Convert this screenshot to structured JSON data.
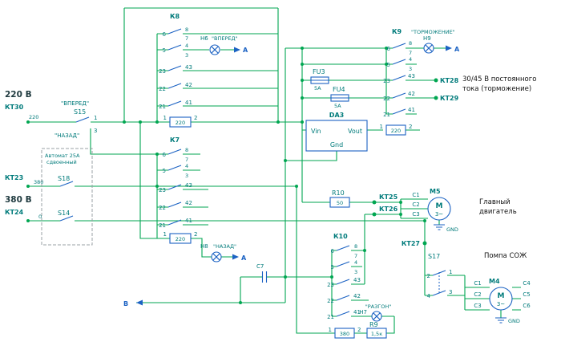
{
  "colors": {
    "wire": "#00a651",
    "component": "#1b62c3",
    "teal": "#007b7b",
    "black": "#111111"
  },
  "left": {
    "v220": "220 В",
    "kt30": "КТ30",
    "w220": "220",
    "s15": {
      "label": "S15",
      "forward": "\"ВПЕРЕД\"",
      "reverse": "\"НАЗАД\"",
      "p1": "1",
      "p3": "3"
    },
    "breaker": {
      "line1": "Автомат 25А",
      "line2": "сдвоенный",
      "s18": "S18",
      "s14": "S14"
    },
    "kt23": "КТ23",
    "w380": "380",
    "v380": "380 В",
    "kt24": "КТ24",
    "w0": "0"
  },
  "relays": {
    "k8": {
      "ref": "К8",
      "r1l": "6",
      "r1t": "8",
      "r1b": "7",
      "r2l": "5",
      "r2t": "4",
      "r2b": "3",
      "r3l": "23",
      "r3r": "43",
      "r4l": "22",
      "r4r": "42",
      "r5l": "21",
      "r5r": "41",
      "c1": "1",
      "cv": "220",
      "c2": "2"
    },
    "k7": {
      "ref": "К7",
      "r1l": "6",
      "r1t": "8",
      "r1b": "7",
      "r2l": "5",
      "r2t": "4",
      "r2b": "3",
      "r3l": "23",
      "r3r": "43",
      "r4l": "22",
      "r4r": "42",
      "r5l": "21",
      "r5r": "41",
      "c1": "1",
      "cv": "220",
      "c2": "2"
    },
    "k9": {
      "ref": "К9",
      "caption": "\"ТОРМОЖЕНИЕ\"",
      "r1l": "6",
      "r1t": "8",
      "r1b": "7",
      "r2l": "5",
      "r2t": "4",
      "r2b": "3",
      "r3l": "23",
      "r3r": "43",
      "r4l": "22",
      "r4r": "42",
      "r5l": "21",
      "r5r": "41",
      "c1": "1",
      "cv": "220",
      "c2": "2"
    },
    "k10": {
      "ref": "К10",
      "r1l": "6",
      "r1t": "8",
      "r1b": "7",
      "r2l": "5",
      "r2t": "4",
      "r2b": "3",
      "r3l": "23",
      "r3r": "43",
      "r4l": "22",
      "r4r": "42",
      "r5l": "21",
      "r5r": "41",
      "c1": "1",
      "cv": "380",
      "c2": "2"
    }
  },
  "lamps": {
    "h6": {
      "ref": "Н6",
      "caption": "\"ВПЕРЕД\"",
      "arrow": "А"
    },
    "h8": {
      "ref": "Н8",
      "caption": "\"НАЗАД\"",
      "arrow": "А"
    },
    "h9": {
      "ref": "Н9",
      "arrow": "А"
    },
    "h7": {
      "ref": "Н7",
      "caption": "\"РАЗГОН\""
    }
  },
  "fuses": {
    "fu3": {
      "ref": "FU3",
      "value": "5А"
    },
    "fu4": {
      "ref": "FU4",
      "value": "5А"
    }
  },
  "da3": {
    "ref": "DA3",
    "vin": "Vin",
    "vout": "Vout",
    "gnd": "Gnd"
  },
  "resistors": {
    "r10": {
      "ref": "R10",
      "value": "50"
    },
    "r9": {
      "ref": "R9",
      "value": "1,5к"
    }
  },
  "cap": {
    "c7": "С7"
  },
  "terminals": {
    "kt25": "КТ25",
    "kt26": "КТ26",
    "kt27": "КТ27",
    "kt28": "КТ28",
    "kt29": "КТ29"
  },
  "note": {
    "line1": "30/45 В постоянного",
    "line2": "тока (торможение)"
  },
  "motors": {
    "m5": {
      "ref": "М5",
      "m": "М",
      "ph": "3~",
      "gnd": "GND",
      "t1": "С1",
      "t2": "С2",
      "t3": "С3",
      "cap1": "Главный",
      "cap2": "двигатель"
    },
    "m4": {
      "ref": "М4",
      "m": "М",
      "ph": "3~",
      "gnd": "GND",
      "l1": "С1",
      "l2": "С2",
      "l3": "С3",
      "r1": "С4",
      "r2": "С5",
      "r3": "С6",
      "caption": "Помпа СОЖ"
    }
  },
  "s17": {
    "ref": "S17",
    "r1l": "2",
    "r1r": "1",
    "r2l": "4",
    "r2r": "3"
  },
  "arrows": {
    "a": "А",
    "b": "В"
  }
}
